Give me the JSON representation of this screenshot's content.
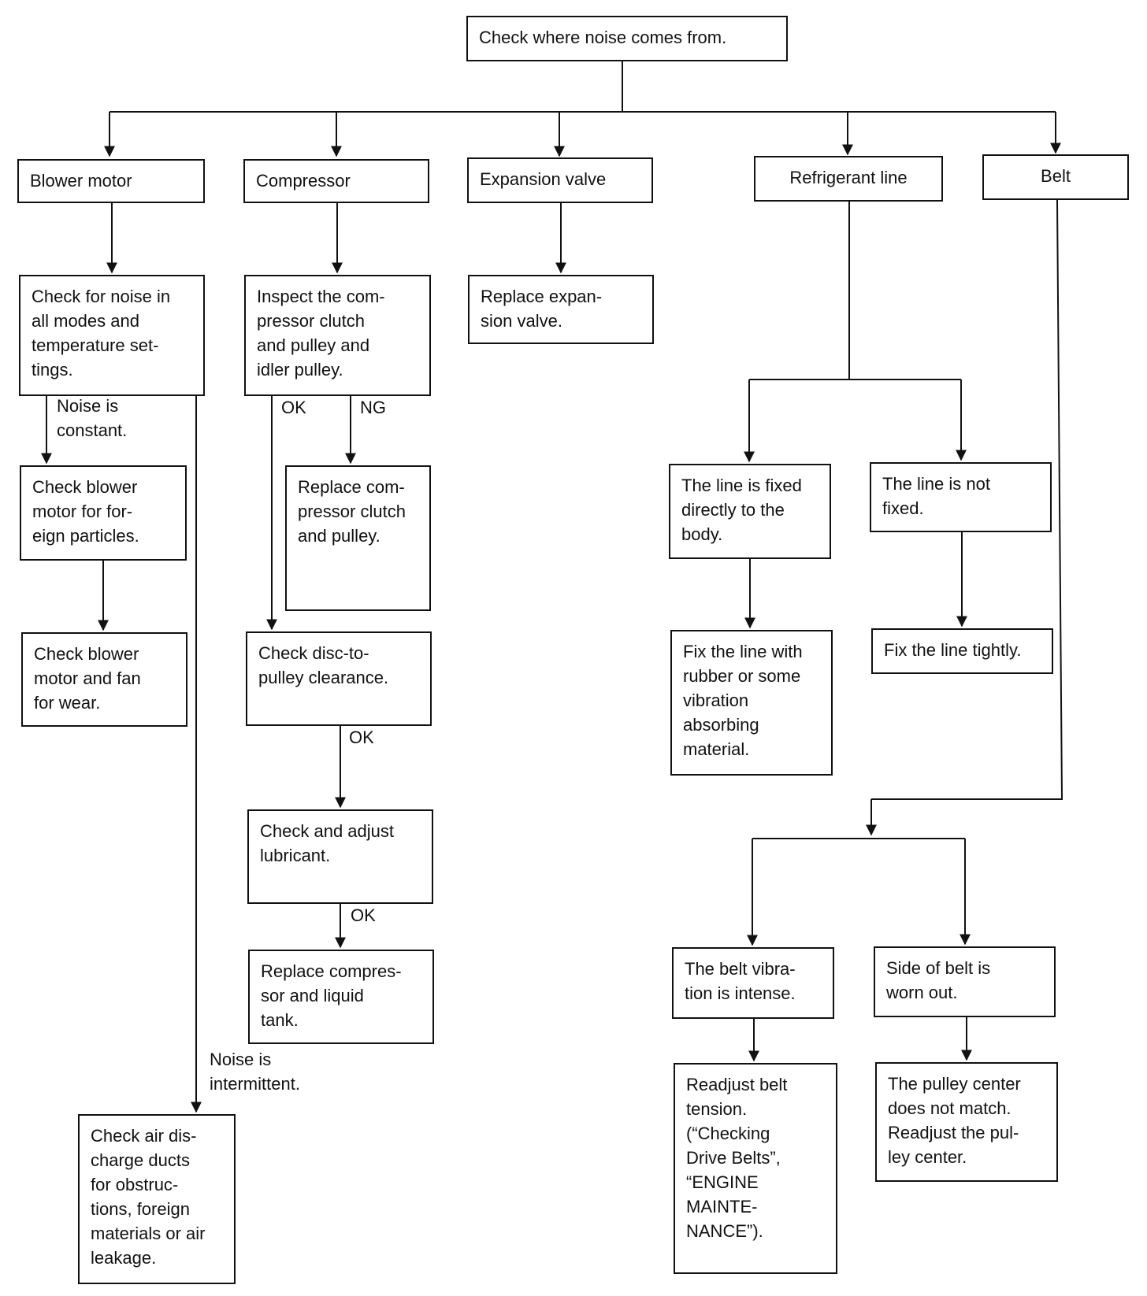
{
  "boxes": {
    "root": "Check where noise comes from.",
    "blower": "Blower motor",
    "compressor": "Compressor",
    "expansion": "Expansion valve",
    "refrigerant": "Refrigerant line",
    "belt": "Belt",
    "b1": "Check for noise in\nall modes and\ntemperature set-\ntings.",
    "b2": "Check blower\nmotor for for-\neign particles.",
    "b3": "Check blower\nmotor and fan\nfor wear.",
    "b4": "Check air dis-\ncharge ducts\nfor obstruc-\ntions, foreign\nmaterials or air\nleakage.",
    "c1": "Inspect the com-\npressor clutch\nand pulley and\nidler pulley.",
    "c2": "Replace com-\npressor clutch\nand pulley.",
    "c3": "Check disc-to-\npulley clearance.",
    "c4": "Check and adjust\nlubricant.",
    "c5": "Replace compres-\nsor and liquid\ntank.",
    "e1": "Replace expan-\nsion valve.",
    "r1": "The line is fixed\ndirectly to the\nbody.",
    "r2": "The line is not\nfixed.",
    "r3": "Fix the line with\nrubber or some\nvibration\nabsorbing\nmaterial.",
    "r4": "Fix the line tightly.",
    "t1": "The belt vibra-\ntion is intense.",
    "t2": "Side of belt is\nworn out.",
    "t3": "Readjust belt\ntension.\n(“Checking\nDrive Belts”,\n“ENGINE\nMAINTE-\nNANCE”).",
    "t4": "The pulley center\ndoes not match.\nReadjust the pul-\nley center."
  },
  "labels": {
    "noise_constant": "Noise is\nconstant.",
    "noise_intermittent": "Noise is\nintermittent.",
    "c1_ok": "OK",
    "c1_ng": "NG",
    "c3_ok": "OK",
    "c4_ok": "OK"
  }
}
